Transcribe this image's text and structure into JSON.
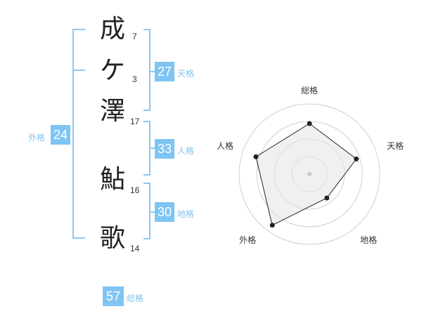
{
  "name": {
    "characters": [
      {
        "char": "成",
        "strokes": "7"
      },
      {
        "char": "ケ",
        "strokes": "3"
      },
      {
        "char": "澤",
        "strokes": "17"
      },
      {
        "char": "鮎",
        "strokes": "16"
      },
      {
        "char": "歌",
        "strokes": "14"
      }
    ]
  },
  "fortune": {
    "tenkaku": {
      "value": "27",
      "label": "天格"
    },
    "jinkaku": {
      "value": "33",
      "label": "人格"
    },
    "chikaku": {
      "value": "30",
      "label": "地格"
    },
    "gaikaku": {
      "value": "24",
      "label": "外格"
    },
    "soukaku": {
      "value": "57",
      "label": "総格"
    }
  },
  "colors": {
    "accent": "#7fc4f2",
    "label": "#7fc4f2",
    "bracket": "#8ec7ef",
    "radar_fill": "#e6e6e6",
    "radar_ring": "#cfcfcf"
  },
  "chart_data": {
    "type": "radar",
    "axes": [
      "総格",
      "天格",
      "地格",
      "外格",
      "人格"
    ],
    "values": [
      0.72,
      0.7,
      0.42,
      0.9,
      0.8
    ],
    "rings": 4,
    "range": [
      0,
      1
    ]
  }
}
